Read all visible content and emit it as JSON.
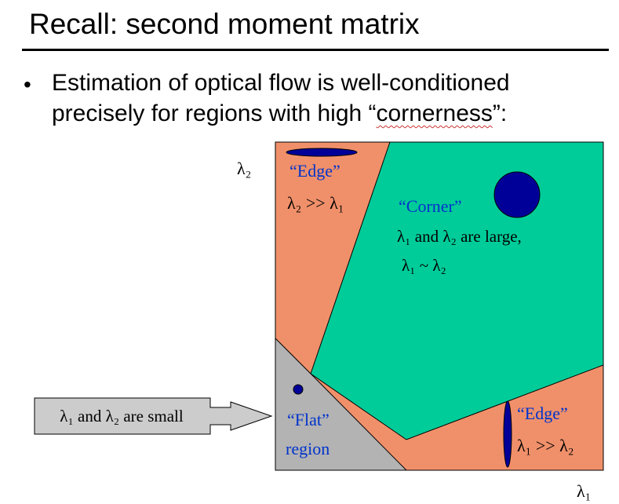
{
  "slide": {
    "title": "Recall: second moment matrix",
    "bullet_symbol": "•",
    "bullet_prefix": "Estimation of optical flow is well-conditioned precisely for regions with high “",
    "bullet_emph": "cornerness",
    "bullet_suffix": "”:"
  },
  "diagram": {
    "y_axis_label": "λ₂",
    "x_axis_label": "λ₁",
    "edge_top_title": "“Edge”",
    "edge_top_relation": "λ₂ >> λ₁",
    "corner_title": "“Corner”",
    "corner_line1": "λ₁ and λ₂ are large,",
    "corner_line2": "λ₁ ~ λ₂",
    "flat_line1": "“Flat”",
    "flat_line2": "region",
    "edge_right_title": "“Edge”",
    "edge_right_relation": "λ₁ >> λ₂",
    "callout_text": "λ₁ and λ₂ are small",
    "colors": {
      "edge_region": "#f0906a",
      "corner_region": "#00cc99",
      "flat_region": "#b3b3b3",
      "ellipse": "#000099",
      "label_blue": "#0033cc",
      "callout_fill": "#cccccc"
    }
  }
}
